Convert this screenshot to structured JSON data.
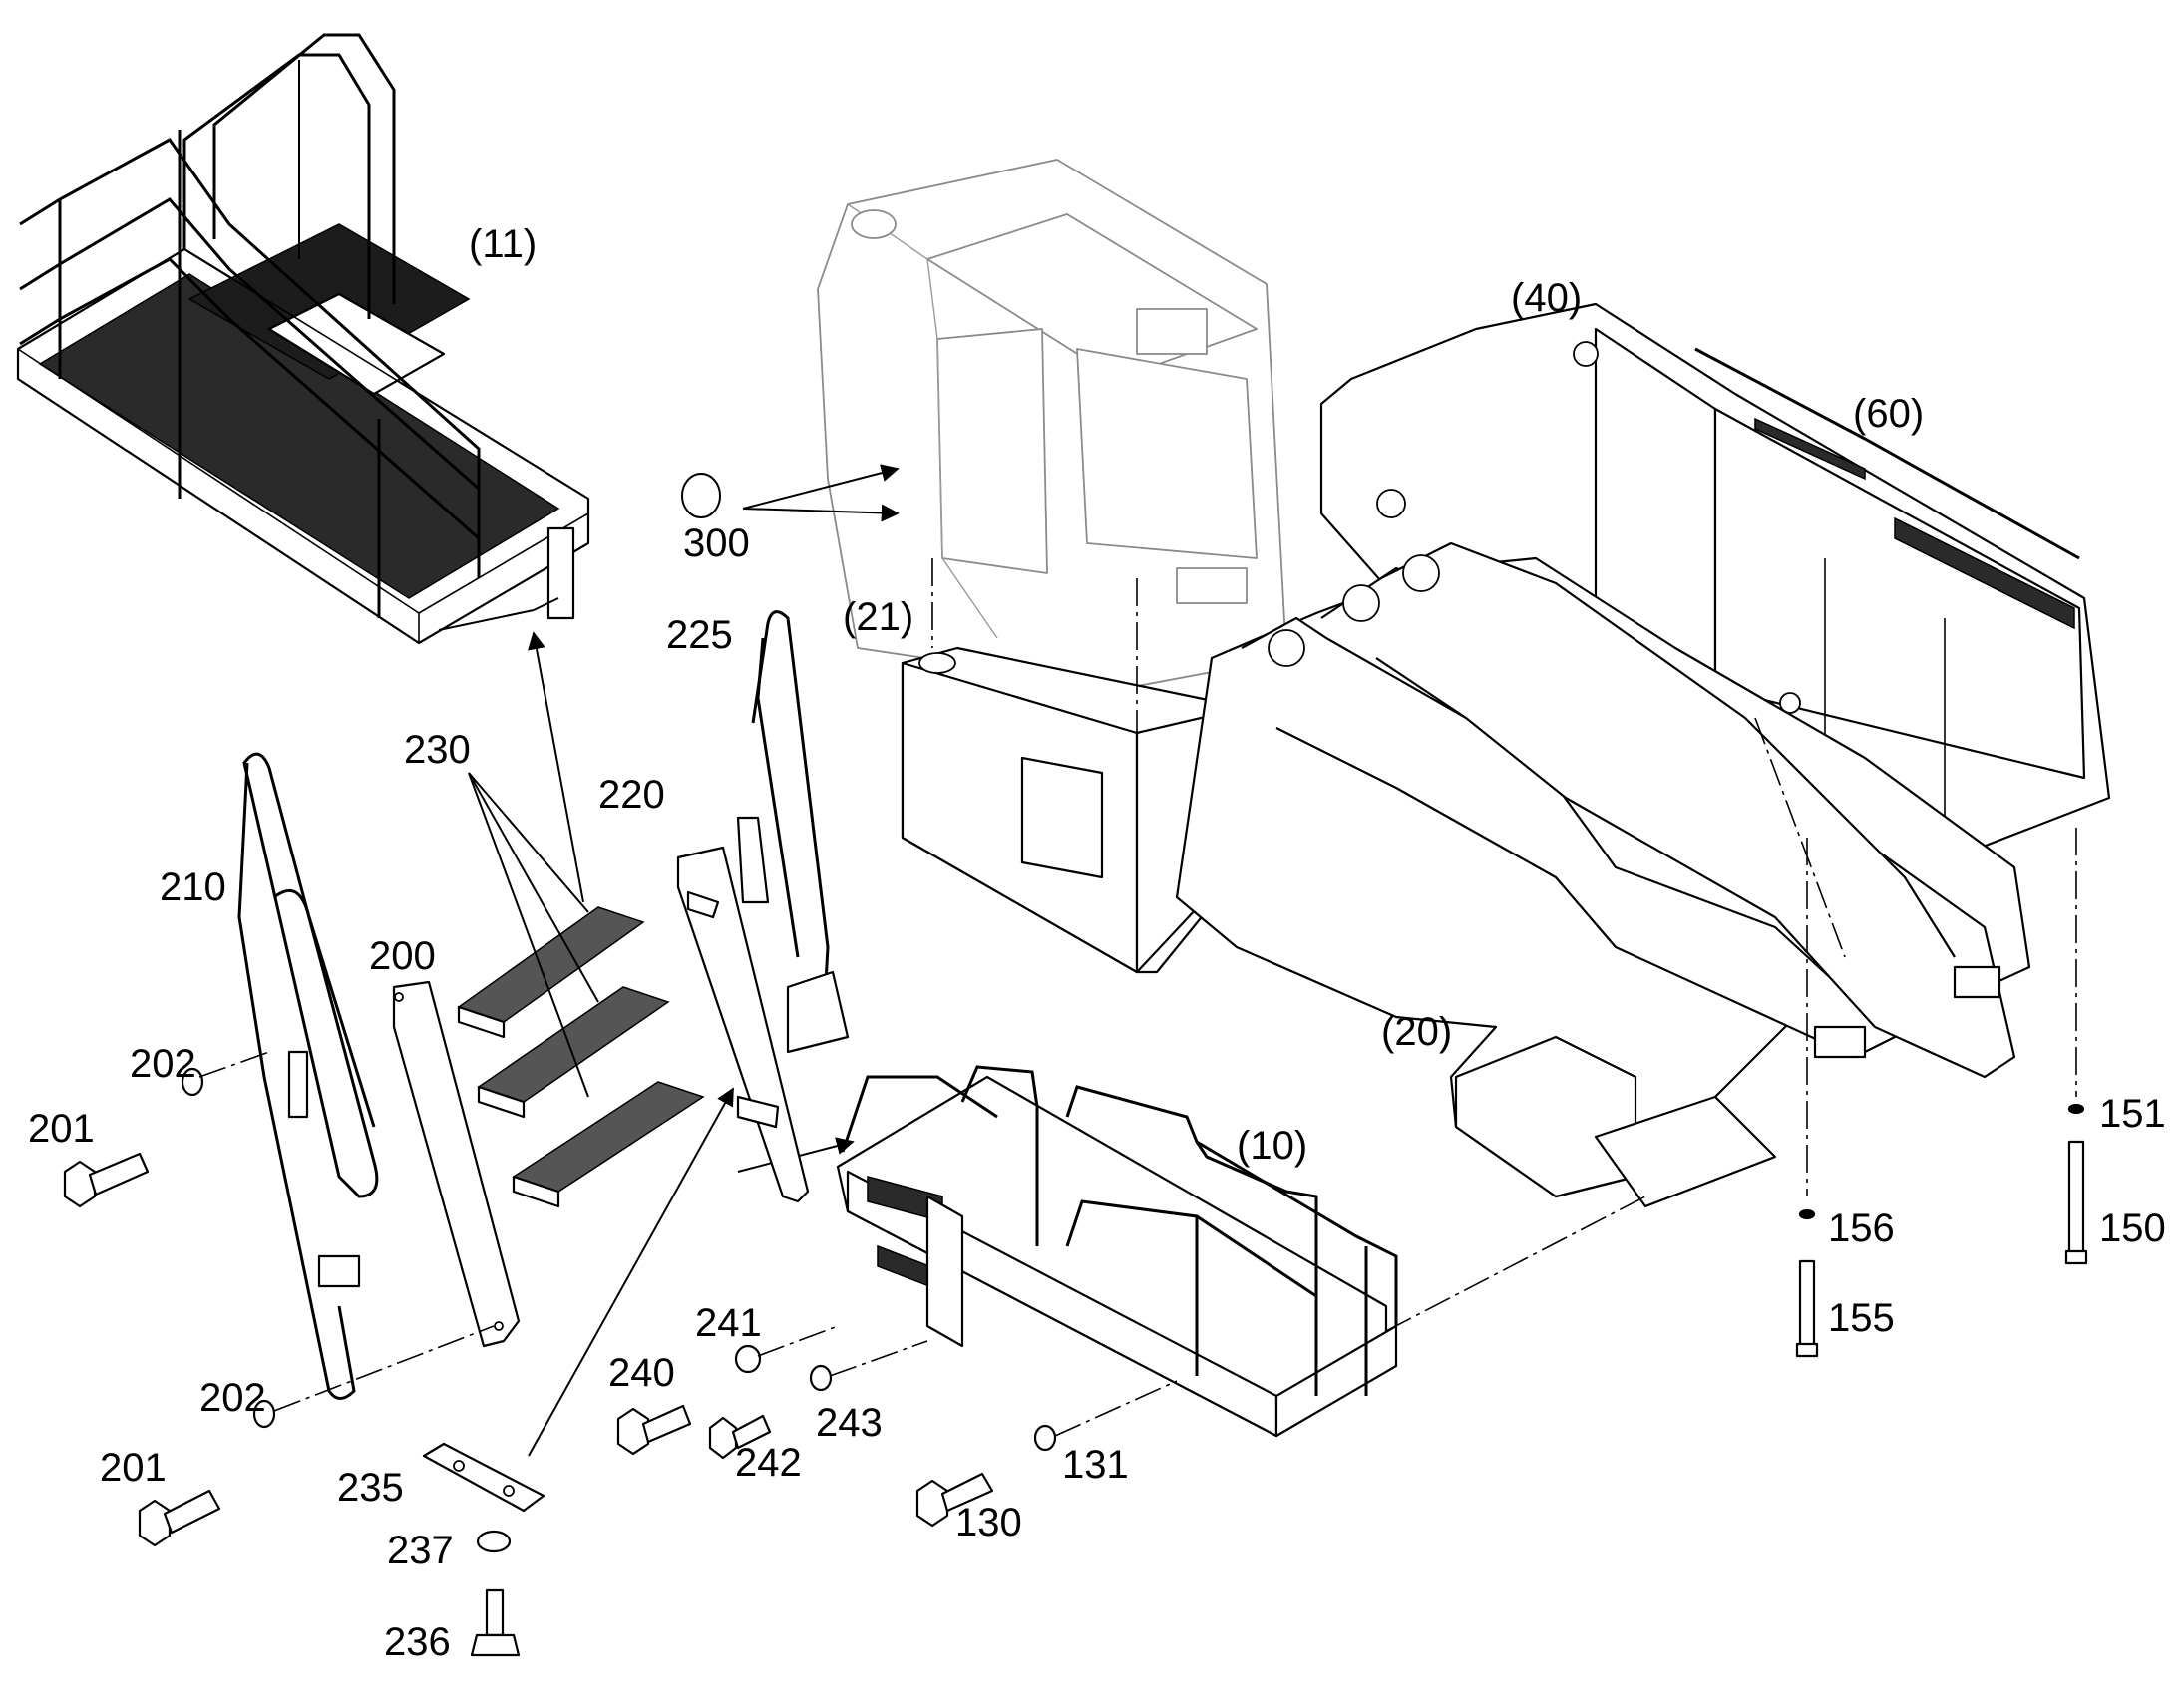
{
  "labels": {
    "p11": "(11)",
    "p40": "(40)",
    "p60": "(60)",
    "p300": "300",
    "p21": "(21)",
    "p225": "225",
    "p230": "230",
    "p220": "220",
    "p210": "210",
    "p200": "200",
    "p202a": "202",
    "p201a": "201",
    "p202b": "202",
    "p201b": "201",
    "p20": "(20)",
    "p10": "(10)",
    "p151": "151",
    "p150": "150",
    "p156": "156",
    "p155": "155",
    "p241": "241",
    "p240": "240",
    "p243": "243",
    "p242": "242",
    "p131": "131",
    "p130": "130",
    "p235": "235",
    "p237": "237",
    "p236": "236"
  }
}
